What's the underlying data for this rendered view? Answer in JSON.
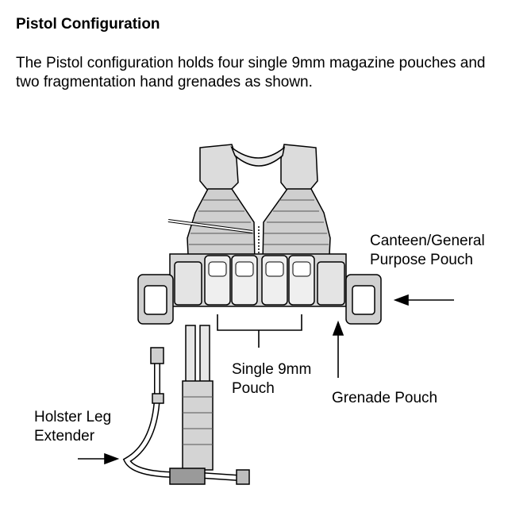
{
  "title": "Pistol Configuration",
  "description": "The Pistol configuration holds four single 9mm magazine pouches and two fragmentation hand grenades as shown.",
  "callouts": {
    "canteen": [
      "Canteen/General",
      "Purpose Pouch"
    ],
    "single_9mm": [
      "Single 9mm",
      "Pouch"
    ],
    "grenade": [
      "Grenade Pouch"
    ],
    "holster": [
      "Holster Leg",
      "Extender"
    ]
  }
}
